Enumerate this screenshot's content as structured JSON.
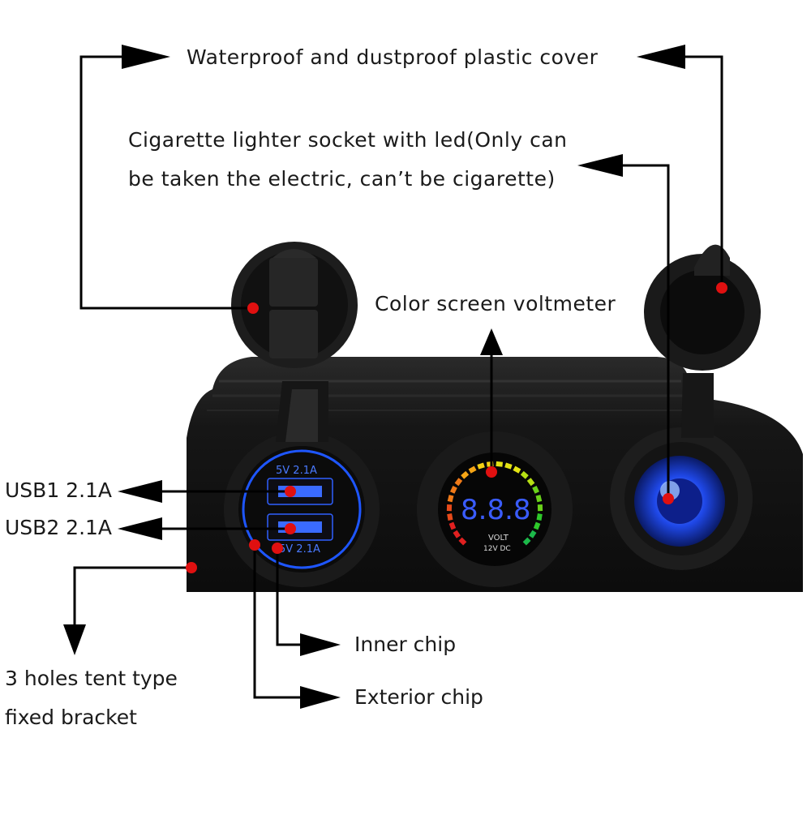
{
  "labels": {
    "cover": "Waterproof and dustproof plastic cover",
    "cigarette_line1": "Cigarette lighter socket with led(Only can",
    "cigarette_line2": "be taken the electric, can’t be cigarette)",
    "voltmeter": "Color screen voltmeter",
    "usb1": "USB1 2.1A",
    "usb2": "USB2 2.1A",
    "inner_chip": "Inner chip",
    "exterior_chip": "Exterior chip",
    "bracket_line1": "3 holes tent type",
    "bracket_line2": "fixed bracket"
  },
  "product_markings": {
    "usb_top_rating": "5V 2.1A",
    "usb_bottom_rating": "5V 2.1A",
    "voltmeter_reading": "8.8.8",
    "voltmeter_word": "VOLT",
    "voltmeter_spec": "12V DC"
  },
  "colors": {
    "panel": "#141414",
    "panel_edge": "#2e2e2e",
    "usb_ring": "#1e56ff",
    "led_blue": "#2f5cff",
    "marker_red": "#e01010",
    "arrow": "#000000"
  }
}
